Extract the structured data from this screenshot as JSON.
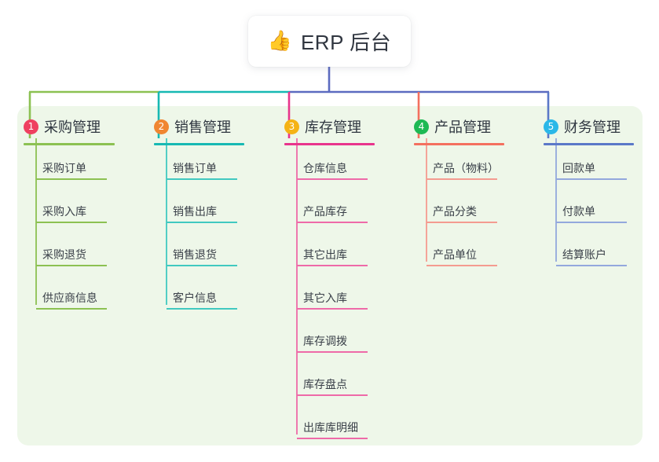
{
  "root": {
    "emoji": "👍",
    "emoji_name": "thumbs-up-emoji",
    "title": "ERP 后台"
  },
  "theme": {
    "page_bg": "#ffffff",
    "panel_bg": "#eef7e9",
    "card_bg": "#ffffff",
    "text": "#2f3640",
    "leaf_text": "#3a4049",
    "trunk": "#5c6bc0"
  },
  "branches": [
    {
      "number": "1",
      "title": "采购管理",
      "badge_color": "#ef4060",
      "line_color": "#8cc152",
      "leaf_line_color": "#8cc152",
      "items": [
        "采购订单",
        "采购入库",
        "采购退货",
        "供应商信息"
      ]
    },
    {
      "number": "2",
      "title": "销售管理",
      "badge_color": "#f08632",
      "line_color": "#17b9b3",
      "leaf_line_color": "#41c9c0",
      "items": [
        "销售订单",
        "销售出库",
        "销售退货",
        "客户信息"
      ]
    },
    {
      "number": "3",
      "title": "库存管理",
      "badge_color": "#f5b315",
      "line_color": "#e8348c",
      "leaf_line_color": "#ee6aa8",
      "items": [
        "仓库信息",
        "产品库存",
        "其它出库",
        "其它入库",
        "库存调拨",
        "库存盘点",
        "出库库明细"
      ]
    },
    {
      "number": "4",
      "title": "产品管理",
      "badge_color": "#1db954",
      "line_color": "#f4705f",
      "leaf_line_color": "#f49b90",
      "items": [
        "产品（物料）",
        "产品分类",
        "产品单位"
      ]
    },
    {
      "number": "5",
      "title": "财务管理",
      "badge_color": "#2bb8e8",
      "line_color": "#5b78c8",
      "leaf_line_color": "#93a8dd",
      "items": [
        "回款单",
        "付款单",
        "结算账户"
      ]
    }
  ]
}
